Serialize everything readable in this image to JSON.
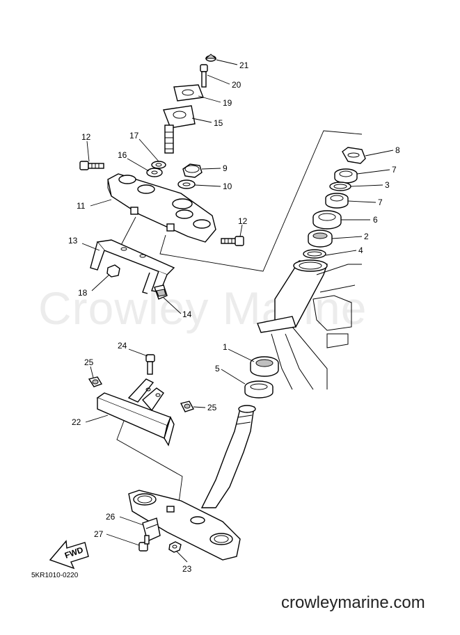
{
  "watermark": "Crowley Marine",
  "website": "crowleymarine.com",
  "diagram_code": "5KR1010-0220",
  "fwd_label": "FWD",
  "callouts": [
    "21",
    "20",
    "19",
    "15",
    "17",
    "16",
    "12",
    "9",
    "10",
    "11",
    "12",
    "13",
    "18",
    "14",
    "8",
    "7",
    "3",
    "7",
    "6",
    "2",
    "4",
    "1",
    "5",
    "24",
    "25",
    "25",
    "22",
    "26",
    "27",
    "23"
  ]
}
